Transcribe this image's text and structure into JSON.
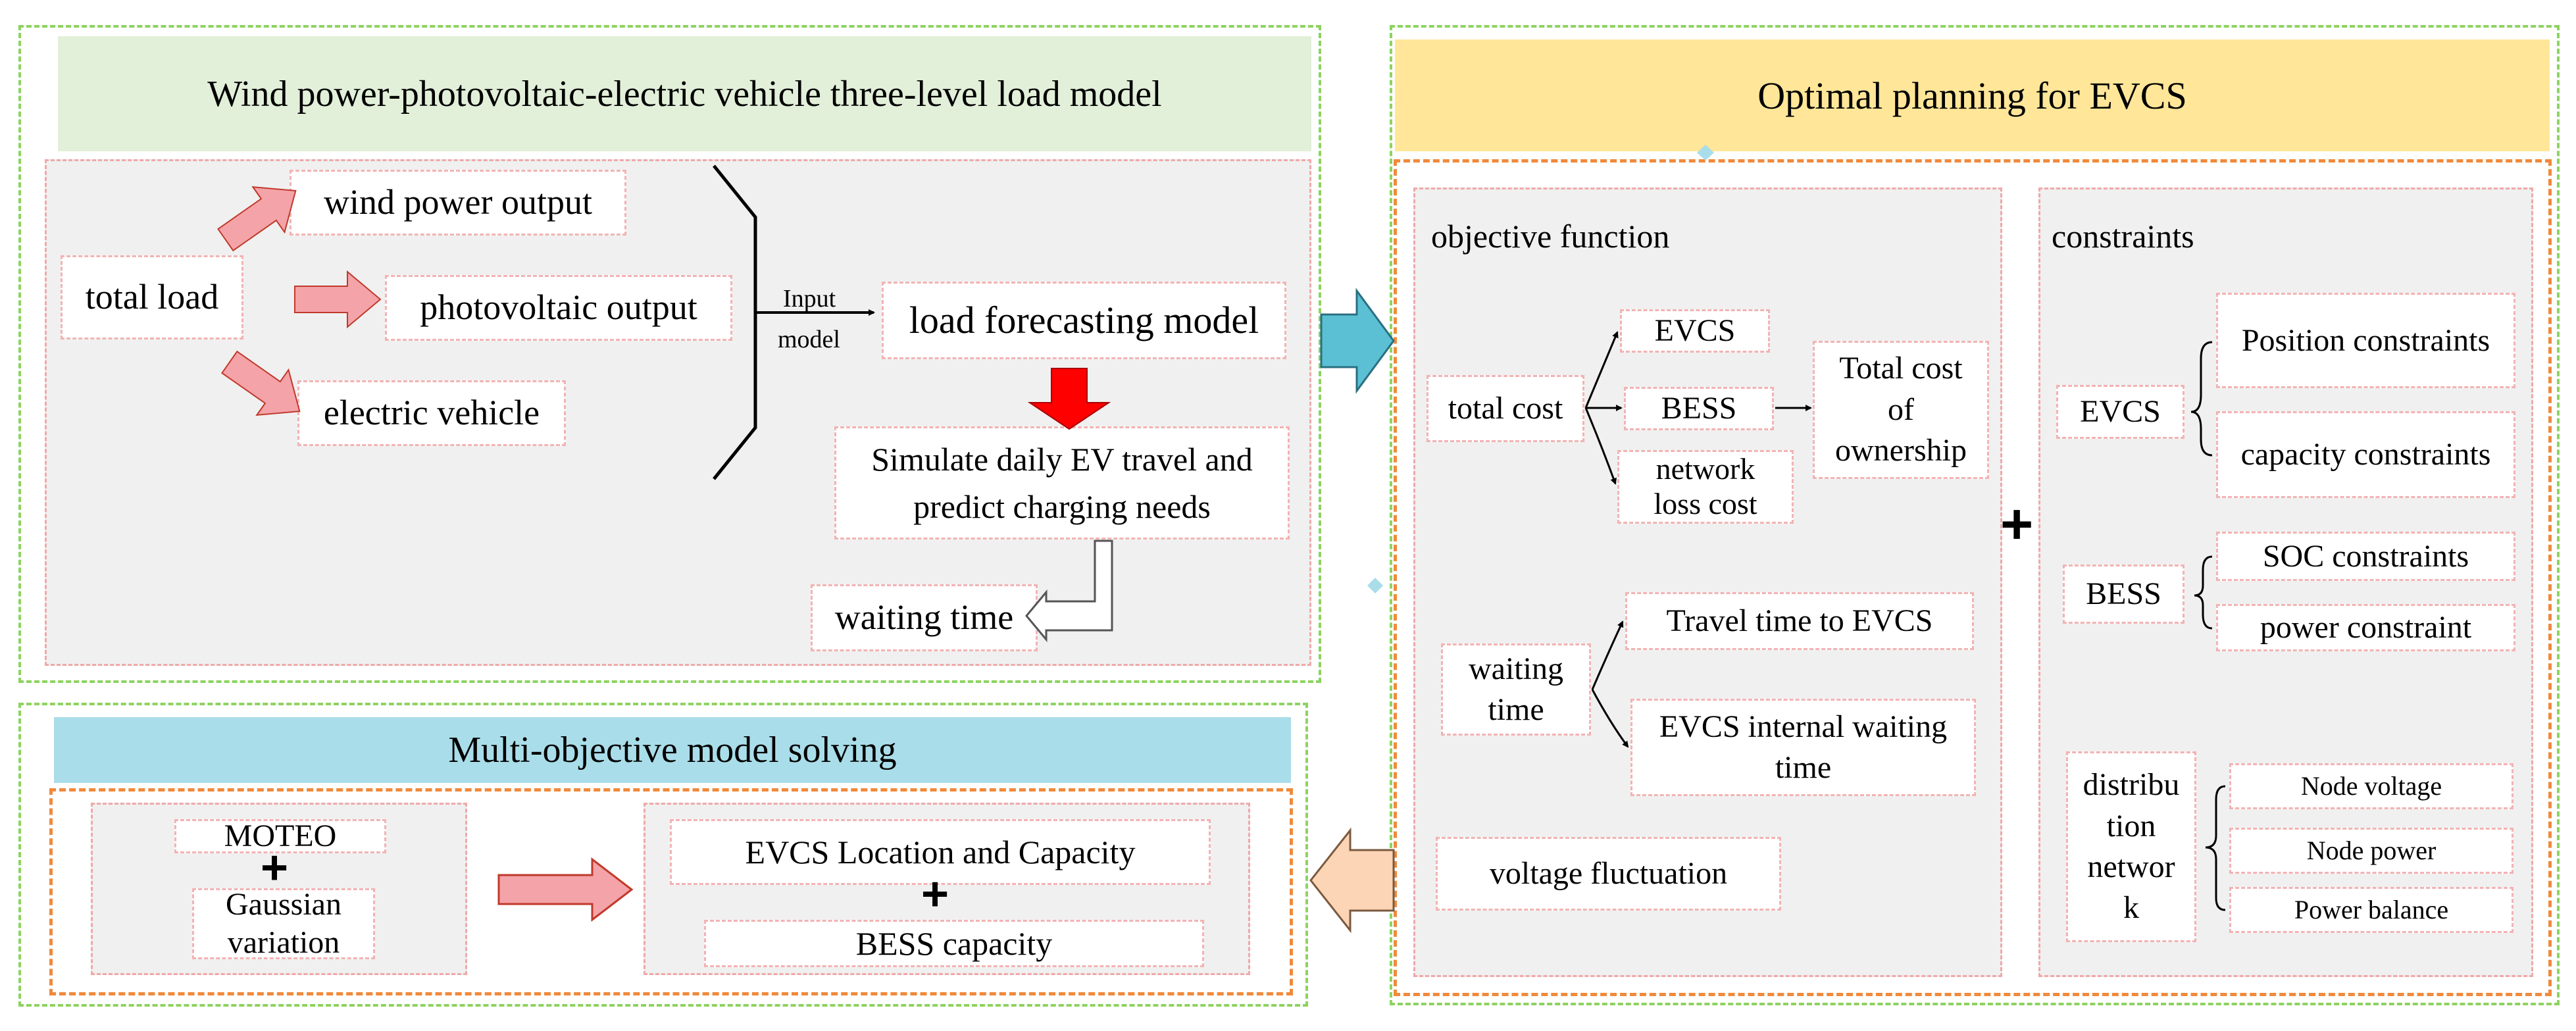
{
  "load_model": {
    "title": "Wind power-photovoltaic-electric vehicle three-level load model",
    "total_load": "total load",
    "wind": "wind power output",
    "pv": "photovoltaic output",
    "ev": "electric vehicle",
    "input_line1": "Input",
    "input_line2": "model",
    "forecast": "load forecasting model",
    "simulate_line1": "Simulate daily EV travel and",
    "simulate_line2": "predict charging needs",
    "waiting": "waiting time"
  },
  "planning": {
    "title": "Optimal planning for EVCS",
    "objective": {
      "heading": "objective function",
      "total_cost": "total cost",
      "evcs": "EVCS",
      "bess": "BESS",
      "network_line1": "network",
      "network_line2": "loss cost",
      "tco_line1": "Total cost",
      "tco_line2": "of",
      "tco_line3": "ownership",
      "waiting_line1": "waiting",
      "waiting_line2": "time",
      "travel": "Travel time to EVCS",
      "internal_line1": "EVCS internal waiting",
      "internal_line2": "time",
      "voltage": "voltage fluctuation"
    },
    "plus": "+",
    "constraints": {
      "heading": "constraints",
      "evcs": "EVCS",
      "position": "Position constraints",
      "capacity": "capacity constraints",
      "bess": "BESS",
      "soc": "SOC constraints",
      "power": "power constraint",
      "dist_line1": "distribu",
      "dist_line2": "tion",
      "dist_line3": "networ",
      "dist_line4": "k",
      "node_voltage": "Node voltage",
      "node_power": "Node power",
      "power_balance": "Power balance"
    }
  },
  "solving": {
    "title": "Multi-objective model solving",
    "moteo": "MOTEO",
    "plus": "+",
    "gauss_line1": "Gaussian",
    "gauss_line2": "variation",
    "location": "EVCS Location and Capacity",
    "bess_capacity": "BESS capacity"
  },
  "colors": {
    "green_banner": "#e2efd9",
    "yellow_banner": "#ffe699",
    "blue_banner": "#a9dde9",
    "pink_arrow": "#f4a3a8",
    "red_arrow": "#ff0000",
    "teal_arrow": "#5bc0d4",
    "peach_arrow": "#fbd5b5"
  }
}
